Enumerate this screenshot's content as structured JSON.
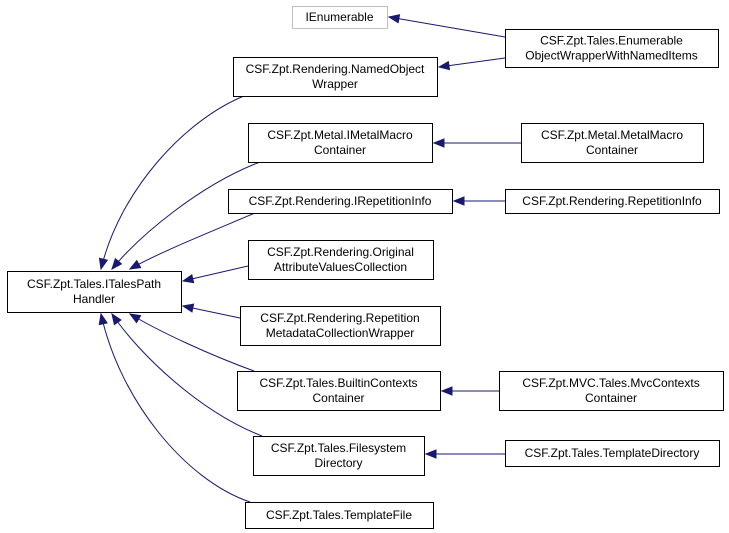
{
  "diagram": {
    "type": "class-inheritance-graph",
    "nodes": [
      {
        "id": "ienumerable",
        "lines": [
          "IEnumerable"
        ],
        "external": true
      },
      {
        "id": "enum-wrapper",
        "lines": [
          "CSF.Zpt.Tales.Enumerable",
          "ObjectWrapperWithNamedItems"
        ]
      },
      {
        "id": "named-object-wrapper",
        "lines": [
          "CSF.Zpt.Rendering.NamedObject",
          "Wrapper"
        ]
      },
      {
        "id": "imetal-macro-container",
        "lines": [
          "CSF.Zpt.Metal.IMetalMacro",
          "Container"
        ]
      },
      {
        "id": "metal-macro-container",
        "lines": [
          "CSF.Zpt.Metal.MetalMacro",
          "Container"
        ]
      },
      {
        "id": "irepetition-info",
        "lines": [
          "CSF.Zpt.Rendering.IRepetitionInfo"
        ]
      },
      {
        "id": "repetition-info",
        "lines": [
          "CSF.Zpt.Rendering.RepetitionInfo"
        ]
      },
      {
        "id": "itales-path-handler",
        "lines": [
          "CSF.Zpt.Tales.ITalesPath",
          "Handler"
        ]
      },
      {
        "id": "original-attribute-values",
        "lines": [
          "CSF.Zpt.Rendering.Original",
          "AttributeValuesCollection"
        ]
      },
      {
        "id": "repetition-metadata-wrapper",
        "lines": [
          "CSF.Zpt.Rendering.Repetition",
          "MetadataCollectionWrapper"
        ]
      },
      {
        "id": "builtin-contexts-container",
        "lines": [
          "CSF.Zpt.Tales.BuiltinContexts",
          "Container"
        ]
      },
      {
        "id": "mvc-contexts-container",
        "lines": [
          "CSF.Zpt.MVC.Tales.MvcContexts",
          "Container"
        ]
      },
      {
        "id": "filesystem-directory",
        "lines": [
          "CSF.Zpt.Tales.Filesystem",
          "Directory"
        ]
      },
      {
        "id": "template-directory",
        "lines": [
          "CSF.Zpt.Tales.TemplateDirectory"
        ]
      },
      {
        "id": "template-file",
        "lines": [
          "CSF.Zpt.Tales.TemplateFile"
        ]
      }
    ],
    "edges": [
      {
        "from": "enum-wrapper",
        "to": "ienumerable"
      },
      {
        "from": "enum-wrapper",
        "to": "named-object-wrapper"
      },
      {
        "from": "metal-macro-container",
        "to": "imetal-macro-container"
      },
      {
        "from": "repetition-info",
        "to": "irepetition-info"
      },
      {
        "from": "mvc-contexts-container",
        "to": "builtin-contexts-container"
      },
      {
        "from": "template-directory",
        "to": "filesystem-directory"
      },
      {
        "from": "named-object-wrapper",
        "to": "itales-path-handler"
      },
      {
        "from": "imetal-macro-container",
        "to": "itales-path-handler"
      },
      {
        "from": "irepetition-info",
        "to": "itales-path-handler"
      },
      {
        "from": "original-attribute-values",
        "to": "itales-path-handler"
      },
      {
        "from": "repetition-metadata-wrapper",
        "to": "itales-path-handler"
      },
      {
        "from": "builtin-contexts-container",
        "to": "itales-path-handler"
      },
      {
        "from": "filesystem-directory",
        "to": "itales-path-handler"
      },
      {
        "from": "template-file",
        "to": "itales-path-handler"
      }
    ],
    "colors": {
      "edge": "#191970",
      "node_border": "#000000",
      "external_border": "#bfbfbf"
    }
  }
}
